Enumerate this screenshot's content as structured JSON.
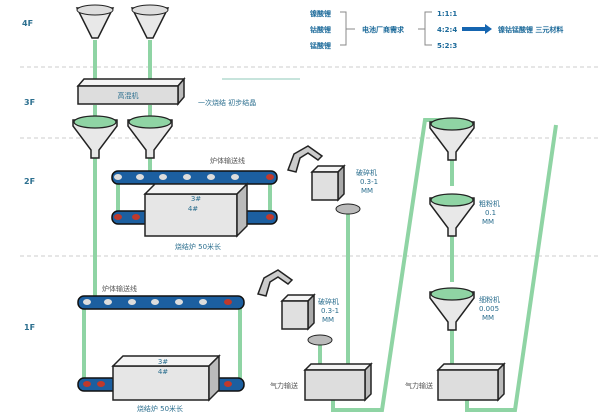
{
  "floors": [
    "4F",
    "3F",
    "2F",
    "1F"
  ],
  "legend": {
    "materials": [
      "镍酸锂",
      "钴酸锂",
      "锰酸锂"
    ],
    "demand": "电池厂商需求",
    "ratios": [
      "1:1:1",
      "4:2:4",
      "5:2:3"
    ],
    "result": "镍钴锰酸锂 三元材料"
  },
  "mixer": {
    "label": "高混机",
    "note": "一次烧结 初步结晶"
  },
  "floor2": {
    "conveyor_label": "炉体输送线",
    "furnace_tags": [
      "3#",
      "4#"
    ],
    "furnace_label": "烧结炉 50米长",
    "crusher": {
      "name": "破碎机",
      "size": "0.3-1",
      "unit": "MM"
    }
  },
  "floor1": {
    "conveyor_label": "炉体输送线",
    "furnace_tags": [
      "3#",
      "4#"
    ],
    "furnace_label": "烧结炉 50米长",
    "crusher": {
      "name": "破碎机",
      "size": "0.3-1",
      "unit": "MM"
    },
    "pneumatic_1": "气力输送",
    "pneumatic_2": "气力输送"
  },
  "mills": [
    {
      "name": "粗粉机",
      "size": "0.1",
      "unit": "MM"
    },
    {
      "name": "细粉机",
      "size": "0.005",
      "unit": "MM"
    }
  ],
  "colors": {
    "pipe": "#8fd4a4",
    "conveyor": "#1c5fa0",
    "text": "#2c6f8f",
    "arrow": "#1565b0"
  }
}
